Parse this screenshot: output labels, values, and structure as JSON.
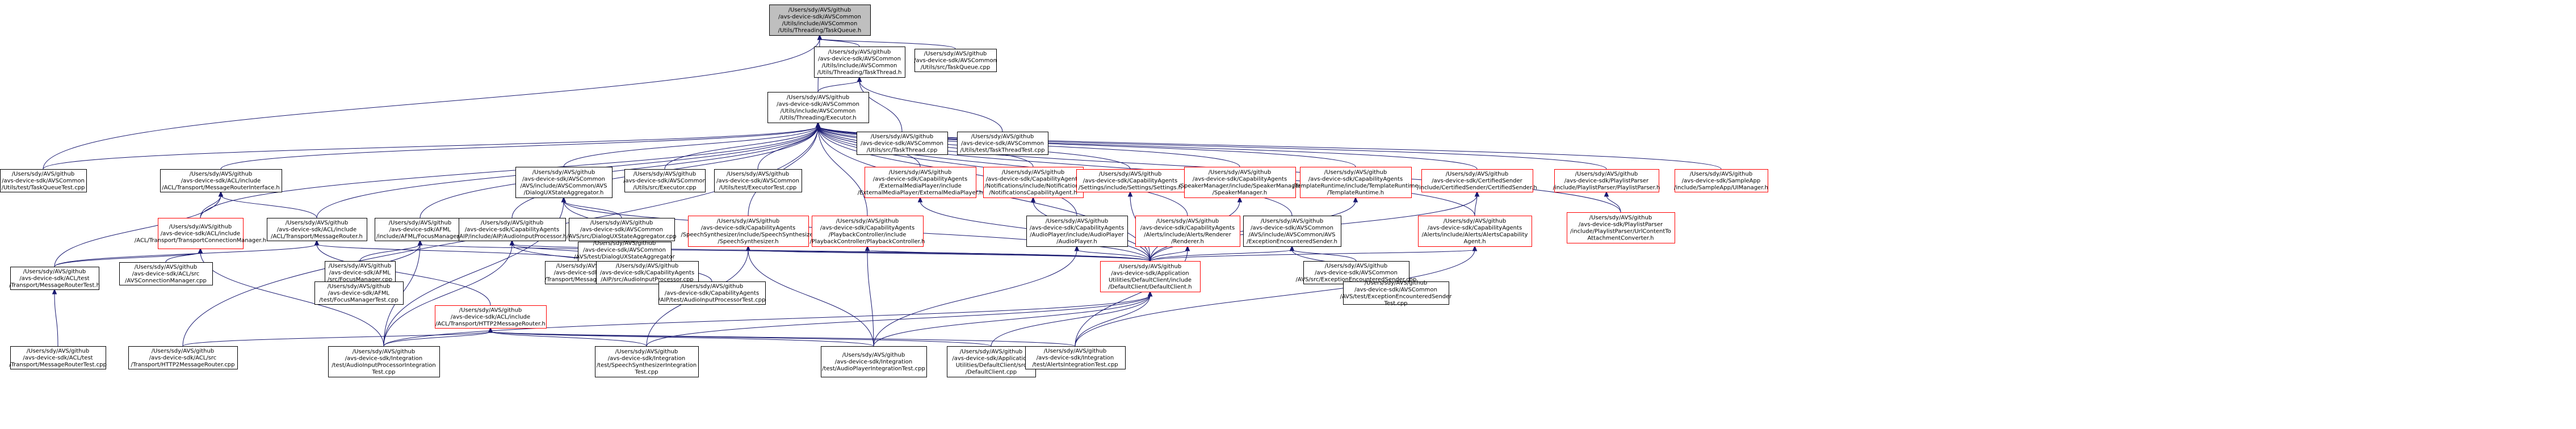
{
  "colors": {
    "edge": "#191970",
    "node_border": "#000000",
    "node_border_unloaded": "#ff0000",
    "root_fill": "#bfbfbf",
    "node_fill": "#ffffff"
  },
  "nodes": [
    {
      "id": "root",
      "root": true,
      "lines": [
        "/Users/sdy/AVS/github",
        "/avs-device-sdk/AVSCommon",
        "/Utils/include/AVSCommon",
        "/Utils/Threading/TaskQueue.h"
      ]
    },
    {
      "id": "taskthread_h",
      "lines": [
        "/Users/sdy/AVS/github",
        "/avs-device-sdk/AVSCommon",
        "/Utils/include/AVSCommon",
        "/Utils/Threading/TaskThread.h"
      ]
    },
    {
      "id": "taskqueue_cpp",
      "lines": [
        "/Users/sdy/AVS/github",
        "/avs-device-sdk/AVSCommon",
        "/Utils/src/TaskQueue.cpp"
      ]
    },
    {
      "id": "executor_h",
      "lines": [
        "/Users/sdy/AVS/github",
        "/avs-device-sdk/AVSCommon",
        "/Utils/include/AVSCommon",
        "/Utils/Threading/Executor.h"
      ]
    },
    {
      "id": "taskthread_cpp",
      "lines": [
        "/Users/sdy/AVS/github",
        "/avs-device-sdk/AVSCommon",
        "/Utils/src/TaskThread.cpp"
      ]
    },
    {
      "id": "taskthreadtest_cpp",
      "lines": [
        "/Users/sdy/AVS/github",
        "/avs-device-sdk/AVSCommon",
        "/Utils/test/TaskThreadTest.cpp"
      ]
    },
    {
      "id": "taskqueuetest_cpp",
      "lines": [
        "/Users/sdy/AVS/github",
        "/avs-device-sdk/AVSCommon",
        "/Utils/test/TaskQueueTest.cpp"
      ]
    },
    {
      "id": "tmri_h",
      "lines": [
        "/Users/sdy/AVS/github",
        "/avs-device-sdk/ACL/include",
        "/ACL/Transport/MessageRouterInterface.h"
      ]
    },
    {
      "id": "dsa_h",
      "lines": [
        "/Users/sdy/AVS/github",
        "/avs-device-sdk/AVSCommon",
        "/AVS/include/AVSCommon/AVS",
        "/DialogUXStateAggregator.h"
      ]
    },
    {
      "id": "executor_cpp",
      "lines": [
        "/Users/sdy/AVS/github",
        "/avs-device-sdk/AVSCommon",
        "/Utils/src/Executor.cpp"
      ]
    },
    {
      "id": "executortest_cpp",
      "lines": [
        "/Users/sdy/AVS/github",
        "/avs-device-sdk/AVSCommon",
        "/Utils/test/ExecutorTest.cpp"
      ]
    },
    {
      "id": "emp_h",
      "red": true,
      "lines": [
        "/Users/sdy/AVS/github",
        "/avs-device-sdk/CapabilityAgents",
        "/ExternalMediaPlayer/include",
        "/ExternalMediaPlayer/ExternalMediaPlayer.h"
      ]
    },
    {
      "id": "nca_h",
      "red": true,
      "lines": [
        "/Users/sdy/AVS/github",
        "/avs-device-sdk/CapabilityAgents",
        "/Notifications/include/Notifications",
        "/NotificationsCapabilityAgent.h"
      ]
    },
    {
      "id": "settings_h",
      "red": true,
      "lines": [
        "/Users/sdy/AVS/github",
        "/avs-device-sdk/CapabilityAgents",
        "/Settings/include/Settings/Settings.h"
      ]
    },
    {
      "id": "speakermgr_h",
      "red": true,
      "lines": [
        "/Users/sdy/AVS/github",
        "/avs-device-sdk/CapabilityAgents",
        "/SpeakerManager/include/SpeakerManager",
        "/SpeakerManager.h"
      ]
    },
    {
      "id": "templateruntime_h",
      "red": true,
      "lines": [
        "/Users/sdy/AVS/github",
        "/avs-device-sdk/CapabilityAgents",
        "/TemplateRuntime/include/TemplateRuntime",
        "/TemplateRuntime.h"
      ]
    },
    {
      "id": "certsender_h",
      "red": true,
      "lines": [
        "/Users/sdy/AVS/github",
        "/avs-device-sdk/CertifiedSender",
        "/include/CertifiedSender/CertifiedSender.h"
      ]
    },
    {
      "id": "playlistparser_h",
      "red": true,
      "lines": [
        "/Users/sdy/AVS/github",
        "/avs-device-sdk/PlaylistParser",
        "/include/PlaylistParser/PlaylistParser.h"
      ]
    },
    {
      "id": "uimanager_h",
      "red": true,
      "lines": [
        "/Users/sdy/AVS/github",
        "/avs-device-sdk/SampleApp",
        "/include/SampleApp/UIManager.h"
      ]
    },
    {
      "id": "tcm_h",
      "red": true,
      "lines": [
        "/Users/sdy/AVS/github",
        "/avs-device-sdk/ACL/include",
        "/ACL/Transport/TransportConnectionManager.h"
      ]
    },
    {
      "id": "tmr_h",
      "lines": [
        "/Users/sdy/AVS/github",
        "/avs-device-sdk/ACL/include",
        "/ACL/Transport/MessageRouter.h"
      ]
    },
    {
      "id": "focusmgr_h",
      "lines": [
        "/Users/sdy/AVS/github",
        "/avs-device-sdk/AFML",
        "/include/AFML/FocusManager.h"
      ]
    },
    {
      "id": "aip_h",
      "lines": [
        "/Users/sdy/AVS/github",
        "/avs-device-sdk/CapabilityAgents",
        "/AIP/include/AIP/AudioInputProcessor.h"
      ]
    },
    {
      "id": "dsa_cpp",
      "lines": [
        "/Users/sdy/AVS/github",
        "/avs-device-sdk/AVSCommon",
        "/AVS/src/DialogUXStateAggregator.cpp"
      ]
    },
    {
      "id": "dsatest_cpp",
      "lines": [
        "/Users/sdy/AVS/github",
        "/avs-device-sdk/AVSCommon",
        "/AVS/test/DialogUXStateAggregator",
        "Test.cpp"
      ]
    },
    {
      "id": "ss_h",
      "red": true,
      "lines": [
        "/Users/sdy/AVS/github",
        "/avs-device-sdk/CapabilityAgents",
        "/SpeechSynthesizer/include/SpeechSynthesizer",
        "/SpeechSynthesizer.h"
      ]
    },
    {
      "id": "pc_h",
      "red": true,
      "lines": [
        "/Users/sdy/AVS/github",
        "/avs-device-sdk/CapabilityAgents",
        "/PlaybackController/include",
        "/PlaybackController/PlaybackController.h"
      ]
    },
    {
      "id": "audioplayer_h",
      "lines": [
        "/Users/sdy/AVS/github",
        "/avs-device-sdk/CapabilityAgents",
        "/AudioPlayer/include/AudioPlayer",
        "/AudioPlayer.h"
      ]
    },
    {
      "id": "alertsrenderer_h",
      "red": true,
      "lines": [
        "/Users/sdy/AVS/github",
        "/avs-device-sdk/CapabilityAgents",
        "/Alerts/include/Alerts/Renderer",
        "/Renderer.h"
      ]
    },
    {
      "id": "ees_h",
      "lines": [
        "/Users/sdy/AVS/github",
        "/avs-device-sdk/AVSCommon",
        "/AVS/include/AVSCommon/AVS",
        "/ExceptionEncounteredSender.h"
      ]
    },
    {
      "id": "alertsca_h",
      "red": true,
      "lines": [
        "/Users/sdy/AVS/github",
        "/avs-device-sdk/CapabilityAgents",
        "/Alerts/include/Alerts/AlertsCapability",
        "Agent.h"
      ]
    },
    {
      "id": "acfc_h",
      "red": true,
      "lines": [
        "/Users/sdy/AVS/github",
        "/avs-device-sdk/PlaylistParser",
        "/include/PlaylistParser/UrlContentTo",
        "AttachmentConverter.h"
      ]
    },
    {
      "id": "tmrtest_h",
      "lines": [
        "/Users/sdy/AVS/github",
        "/avs-device-sdk/ACL/test",
        "/Transport/MessageRouterTest.h"
      ]
    },
    {
      "id": "tcm_cpp",
      "lines": [
        "/Users/sdy/AVS/github",
        "/avs-device-sdk/ACL/src",
        "/AVSConnectionManager.cpp"
      ]
    },
    {
      "id": "focusmgr_cpp",
      "lines": [
        "/Users/sdy/AVS/github",
        "/avs-device-sdk/AFML",
        "/src/FocusManager.cpp"
      ]
    },
    {
      "id": "focusmgrtest_cpp",
      "lines": [
        "/Users/sdy/AVS/github",
        "/avs-device-sdk/AFML",
        "/test/FocusManagerTest.cpp"
      ]
    },
    {
      "id": "tmr_cpp",
      "lines": [
        "/Users/sdy/AVS/github",
        "/avs-device-sdk/ACL/src",
        "/Transport/MessageRouter.cpp"
      ]
    },
    {
      "id": "aip_cpp",
      "lines": [
        "/Users/sdy/AVS/github",
        "/avs-device-sdk/CapabilityAgents",
        "/AIP/src/AudioInputProcessor.cpp"
      ]
    },
    {
      "id": "aiptest_cpp",
      "lines": [
        "/Users/sdy/AVS/github",
        "/avs-device-sdk/CapabilityAgents",
        "/AIP/test/AudioInputProcessorTest.cpp"
      ]
    },
    {
      "id": "defaultclient_h",
      "red": true,
      "lines": [
        "/Users/sdy/AVS/github",
        "/avs-device-sdk/Application",
        "Utilities/DefaultClient/include",
        "/DefaultClient/DefaultClient.h"
      ]
    },
    {
      "id": "ees_cpp",
      "lines": [
        "/Users/sdy/AVS/github",
        "/avs-device-sdk/AVSCommon",
        "/AVS/src/ExceptionEncounteredSender.cpp"
      ]
    },
    {
      "id": "eestest_cpp",
      "lines": [
        "/Users/sdy/AVS/github",
        "/avs-device-sdk/AVSCommon",
        "/AVS/test/ExceptionEncounteredSender",
        "Test.cpp"
      ]
    },
    {
      "id": "tmrtest_cpp",
      "lines": [
        "/Users/sdy/AVS/github",
        "/avs-device-sdk/ACL/test",
        "/Transport/MessageRouterTest.cpp"
      ]
    },
    {
      "id": "http2mr_h",
      "red": true,
      "lines": [
        "/Users/sdy/AVS/github",
        "/avs-device-sdk/ACL/include",
        "/ACL/Transport/HTTP2MessageRouter.h"
      ]
    },
    {
      "id": "http2mr_cpp",
      "lines": [
        "/Users/sdy/AVS/github",
        "/avs-device-sdk/ACL/src",
        "/Transport/HTTP2MessageRouter.cpp"
      ]
    },
    {
      "id": "aipintegration_cpp",
      "lines": [
        "/Users/sdy/AVS/github",
        "/avs-device-sdk/Integration",
        "/test/AudioInputProcessorIntegration",
        "Test.cpp"
      ]
    },
    {
      "id": "ssintegration_cpp",
      "lines": [
        "/Users/sdy/AVS/github",
        "/avs-device-sdk/Integration",
        "/test/SpeechSynthesizerIntegration",
        "Test.cpp"
      ]
    },
    {
      "id": "apintegration_cpp",
      "lines": [
        "/Users/sdy/AVS/github",
        "/avs-device-sdk/Integration",
        "/test/AudioPlayerIntegrationTest.cpp"
      ]
    },
    {
      "id": "defaultclient_cpp",
      "lines": [
        "/Users/sdy/AVS/github",
        "/avs-device-sdk/Application",
        "Utilities/DefaultClient/src",
        "/DefaultClient.cpp"
      ]
    },
    {
      "id": "alertsintegration_cpp",
      "lines": [
        "/Users/sdy/AVS/github",
        "/avs-device-sdk/Integration",
        "/test/AlertsIntegrationTest.cpp"
      ]
    }
  ],
  "edges": [
    [
      "root",
      "taskthread_h"
    ],
    [
      "root",
      "taskqueue_cpp"
    ],
    [
      "root",
      "executor_h"
    ],
    [
      "root",
      "taskqueuetest_cpp"
    ],
    [
      "taskthread_h",
      "executor_h"
    ],
    [
      "taskthread_h",
      "taskthread_cpp"
    ],
    [
      "taskthread_h",
      "taskthreadtest_cpp"
    ],
    [
      "executor_h",
      "taskqueuetest_cpp"
    ],
    [
      "executor_h",
      "tmri_h"
    ],
    [
      "executor_h",
      "dsa_h"
    ],
    [
      "executor_h",
      "executor_cpp"
    ],
    [
      "executor_h",
      "executortest_cpp"
    ],
    [
      "executor_h",
      "emp_h"
    ],
    [
      "executor_h",
      "nca_h"
    ],
    [
      "executor_h",
      "settings_h"
    ],
    [
      "executor_h",
      "speakermgr_h"
    ],
    [
      "executor_h",
      "templateruntime_h"
    ],
    [
      "executor_h",
      "certsender_h"
    ],
    [
      "executor_h",
      "playlistparser_h"
    ],
    [
      "executor_h",
      "uimanager_h"
    ],
    [
      "executor_h",
      "tcm_h"
    ],
    [
      "executor_h",
      "tmr_h"
    ],
    [
      "executor_h",
      "focusmgr_h"
    ],
    [
      "executor_h",
      "aip_h"
    ],
    [
      "executor_h",
      "ss_h"
    ],
    [
      "executor_h",
      "pc_h"
    ],
    [
      "executor_h",
      "audioplayer_h"
    ],
    [
      "executor_h",
      "alertsrenderer_h"
    ],
    [
      "executor_h",
      "ees_h"
    ],
    [
      "executor_h",
      "alertsca_h"
    ],
    [
      "executor_h",
      "acfc_h"
    ],
    [
      "executor_h",
      "defaultclient_h"
    ],
    [
      "executor_h",
      "http2mr_cpp"
    ],
    [
      "tmri_h",
      "tcm_h"
    ],
    [
      "tmri_h",
      "tmr_h"
    ],
    [
      "tmri_h",
      "tmrtest_h"
    ],
    [
      "tcm_h",
      "tcm_cpp"
    ],
    [
      "tcm_h",
      "tmrtest_h"
    ],
    [
      "tcm_h",
      "aipintegration_cpp"
    ],
    [
      "tmr_h",
      "tmr_cpp"
    ],
    [
      "tmr_h",
      "tmrtest_h"
    ],
    [
      "tmr_h",
      "http2mr_h"
    ],
    [
      "dsa_h",
      "dsa_cpp"
    ],
    [
      "dsa_h",
      "dsatest_cpp"
    ],
    [
      "dsa_h",
      "defaultclient_h"
    ],
    [
      "dsa_h",
      "aipintegration_cpp"
    ],
    [
      "focusmgr_h",
      "focusmgr_cpp"
    ],
    [
      "focusmgr_h",
      "focusmgrtest_cpp"
    ],
    [
      "focusmgr_h",
      "defaultclient_h"
    ],
    [
      "focusmgr_h",
      "aipintegration_cpp"
    ],
    [
      "aip_h",
      "aip_cpp"
    ],
    [
      "aip_h",
      "aiptest_cpp"
    ],
    [
      "aip_h",
      "defaultclient_h"
    ],
    [
      "aip_h",
      "aipintegration_cpp"
    ],
    [
      "ss_h",
      "defaultclient_h"
    ],
    [
      "ss_h",
      "ssintegration_cpp"
    ],
    [
      "ss_h",
      "apintegration_cpp"
    ],
    [
      "pc_h",
      "defaultclient_h"
    ],
    [
      "pc_h",
      "apintegration_cpp"
    ],
    [
      "audioplayer_h",
      "defaultclient_h"
    ],
    [
      "audioplayer_h",
      "apintegration_cpp"
    ],
    [
      "alertsrenderer_h",
      "defaultclient_h"
    ],
    [
      "alertsrenderer_h",
      "alertsintegration_cpp"
    ],
    [
      "ees_h",
      "ees_cpp"
    ],
    [
      "ees_h",
      "eestest_cpp"
    ],
    [
      "ees_h",
      "defaultclient_h"
    ],
    [
      "alertsca_h",
      "defaultclient_h"
    ],
    [
      "alertsca_h",
      "alertsintegration_cpp"
    ],
    [
      "emp_h",
      "defaultclient_h"
    ],
    [
      "nca_h",
      "defaultclient_h"
    ],
    [
      "settings_h",
      "defaultclient_h"
    ],
    [
      "speakermgr_h",
      "defaultclient_h"
    ],
    [
      "templateruntime_h",
      "defaultclient_h"
    ],
    [
      "certsender_h",
      "defaultclient_h"
    ],
    [
      "certsender_h",
      "alertsca_h"
    ],
    [
      "playlistparser_h",
      "acfc_h"
    ],
    [
      "tmrtest_h",
      "tmrtest_cpp"
    ],
    [
      "http2mr_h",
      "http2mr_cpp"
    ],
    [
      "http2mr_h",
      "aipintegration_cpp"
    ],
    [
      "http2mr_h",
      "ssintegration_cpp"
    ],
    [
      "http2mr_h",
      "apintegration_cpp"
    ],
    [
      "http2mr_h",
      "defaultclient_cpp"
    ],
    [
      "http2mr_h",
      "alertsintegration_cpp"
    ],
    [
      "defaultclient_h",
      "defaultclient_cpp"
    ],
    [
      "defaultclient_h",
      "aipintegration_cpp"
    ],
    [
      "defaultclient_h",
      "ssintegration_cpp"
    ],
    [
      "defaultclient_h",
      "apintegration_cpp"
    ],
    [
      "defaultclient_h",
      "alertsintegration_cpp"
    ]
  ]
}
